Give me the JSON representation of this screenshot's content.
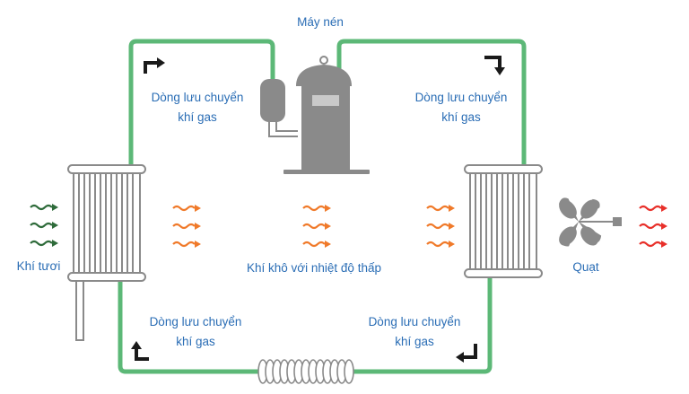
{
  "labels": {
    "compressor": "Máy nén",
    "flow_top_left": [
      "Dòng lưu chuyển",
      "khí gas"
    ],
    "flow_top_right": [
      "Dòng lưu chuyển",
      "khí gas"
    ],
    "flow_bottom_left": [
      "Dòng lưu chuyển",
      "khí gas"
    ],
    "flow_bottom_right": [
      "Dòng lưu chuyển",
      "khí gas"
    ],
    "fresh_air": "Khí tươi",
    "dry_air": "Khí khô với nhiệt độ thấp",
    "fan": "Quạt"
  },
  "colors": {
    "pipe": "#5cb877",
    "text": "#2a6db5",
    "equipment": "#8a8a8a",
    "fresh_air_arrow": "#2e6b3a",
    "dry_air_arrow": "#f07a2a",
    "hot_air_arrow": "#e8302a",
    "direction_arrow": "#1a1a1a"
  },
  "icons": {
    "compressor": "compressor-icon",
    "evaporator": "evaporator-coil-icon",
    "condenser": "condenser-coil-icon",
    "expansion": "expansion-coil-icon",
    "fan": "fan-icon"
  }
}
